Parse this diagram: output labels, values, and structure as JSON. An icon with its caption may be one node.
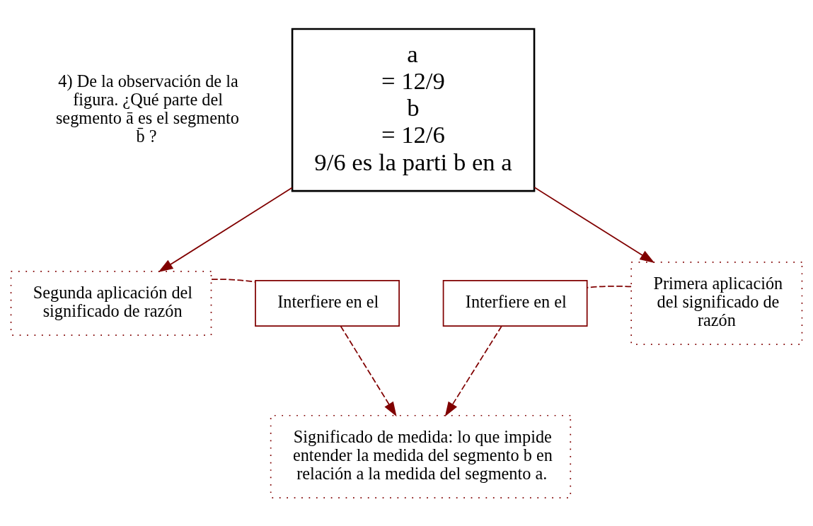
{
  "diagram": {
    "nodes": [
      {
        "text": [
          "a",
          "= 12/9",
          "b",
          "= 12/6",
          "9/6 es la parti b en a"
        ]
      },
      {
        "text": [
          "Segunda aplicación del significado de razón"
        ]
      },
      {
        "text": [
          "Interfiere en el"
        ]
      },
      {
        "text": [
          "Interfiere en el"
        ]
      },
      {
        "text": [
          "Primera aplicación del significado de razón"
        ]
      },
      {
        "text": [
          "Significado de medida: lo que impide entender la medida del segmento b en relación a la medida del segmento a."
        ]
      }
    ],
    "edges": [
      {
        "from": 0,
        "to": 1,
        "arrow": "to"
      },
      {
        "from": 0,
        "to": 4,
        "arrow": "to"
      },
      {
        "from": 1,
        "to": 2,
        "arrow": "none",
        "style": "dashed"
      },
      {
        "from": 2,
        "to": 5,
        "arrow": "to",
        "style": "dashed"
      },
      {
        "from": 4,
        "to": 3,
        "arrow": "none",
        "style": "dashed"
      },
      {
        "from": 3,
        "to": 5,
        "arrow": "to",
        "style": "dashed"
      }
    ],
    "labels": [
      "4) De la observación de la figura. ¿Qué parte del segmento ā es el segmento b̄ ?"
    ]
  }
}
